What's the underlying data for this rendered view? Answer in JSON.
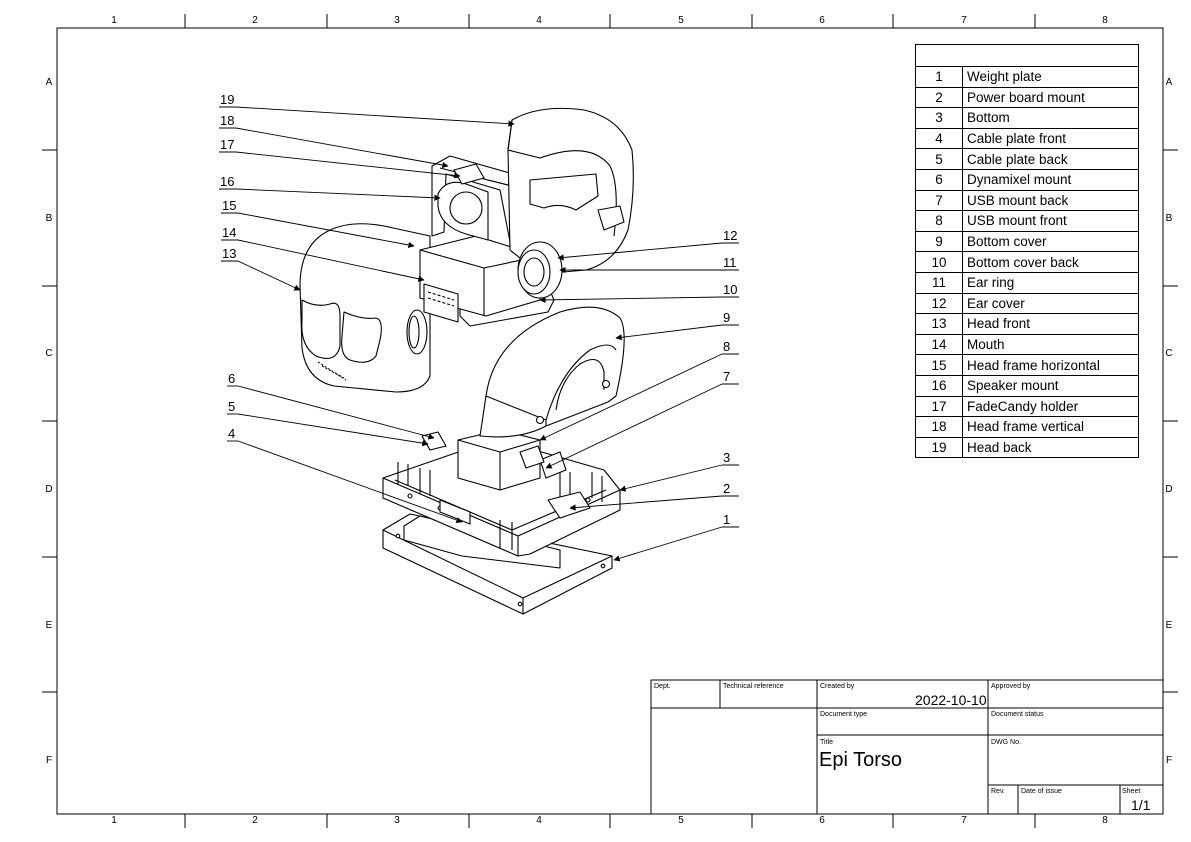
{
  "zones": {
    "columns": [
      "1",
      "2",
      "3",
      "4",
      "5",
      "6",
      "7",
      "8"
    ],
    "rows": [
      "A",
      "B",
      "C",
      "D",
      "E",
      "F"
    ]
  },
  "parts": [
    {
      "num": "1",
      "name": "Weight plate"
    },
    {
      "num": "2",
      "name": "Power board mount"
    },
    {
      "num": "3",
      "name": "Bottom"
    },
    {
      "num": "4",
      "name": "Cable plate front"
    },
    {
      "num": "5",
      "name": "Cable plate back"
    },
    {
      "num": "6",
      "name": "Dynamixel mount"
    },
    {
      "num": "7",
      "name": "USB mount back"
    },
    {
      "num": "8",
      "name": "USB mount front"
    },
    {
      "num": "9",
      "name": "Bottom cover"
    },
    {
      "num": "10",
      "name": "Bottom cover back"
    },
    {
      "num": "11",
      "name": "Ear ring"
    },
    {
      "num": "12",
      "name": "Ear cover"
    },
    {
      "num": "13",
      "name": "Head front"
    },
    {
      "num": "14",
      "name": "Mouth"
    },
    {
      "num": "15",
      "name": "Head frame horizontal"
    },
    {
      "num": "16",
      "name": "Speaker mount"
    },
    {
      "num": "17",
      "name": "FadeCandy holder"
    },
    {
      "num": "18",
      "name": "Head frame vertical"
    },
    {
      "num": "19",
      "name": "Head back"
    }
  ],
  "title_block": {
    "dept_label": "Dept.",
    "tech_ref_label": "Technical reference",
    "created_by_label": "Created by",
    "created_date": "2022-10-10",
    "approved_by_label": "Approved by",
    "doc_type_label": "Document type",
    "doc_status_label": "Document status",
    "title_label": "Title",
    "title": "Epi Torso",
    "dwg_no_label": "DWG No.",
    "rev_label": "Rev.",
    "date_of_issue_label": "Date of issue",
    "sheet_label": "Sheet",
    "sheet_value": "1/1"
  }
}
